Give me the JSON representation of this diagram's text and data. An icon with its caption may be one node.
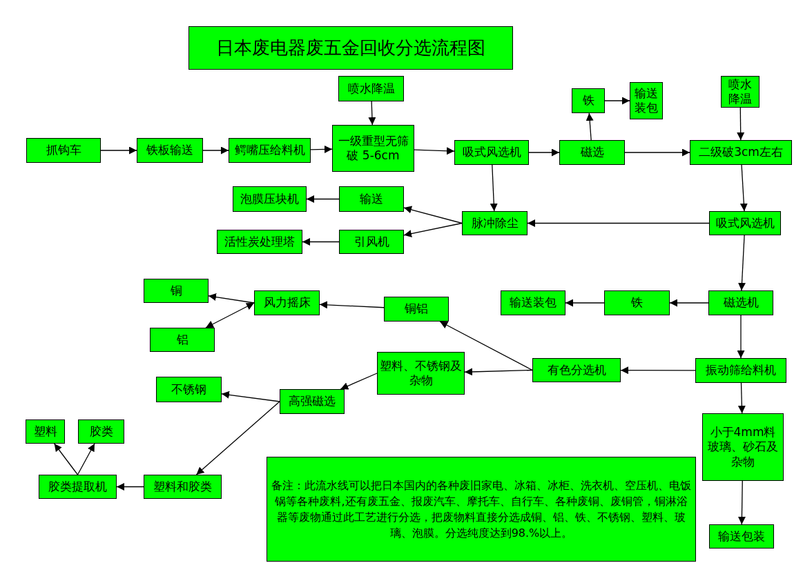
{
  "diagram": {
    "title": "日本废电器废五金回收分选流程图",
    "nodes": [
      {
        "text": [
          "抓钩车"
        ]
      },
      {
        "text": [
          "铁板输送"
        ]
      },
      {
        "text": [
          "鳄嘴压给料机"
        ]
      },
      {
        "text": [
          "喷水降温"
        ]
      },
      {
        "text": [
          "一级重型无筛破 5-6cm"
        ]
      },
      {
        "text": [
          "吸式风选机"
        ]
      },
      {
        "text": [
          "磁选"
        ]
      },
      {
        "text": [
          "铁"
        ]
      },
      {
        "text": [
          "输送装包"
        ]
      },
      {
        "text": [
          "喷水降温"
        ]
      },
      {
        "text": [
          "二级破3cm左右"
        ]
      },
      {
        "text": [
          "泡膜压块机"
        ]
      },
      {
        "text": [
          "输送"
        ]
      },
      {
        "text": [
          "脉冲除尘"
        ]
      },
      {
        "text": [
          "活性炭处理塔"
        ]
      },
      {
        "text": [
          "引风机"
        ]
      },
      {
        "text": [
          "吸式风选机"
        ]
      },
      {
        "text": [
          "铜"
        ]
      },
      {
        "text": [
          "风力摇床"
        ]
      },
      {
        "text": [
          "铜铝"
        ]
      },
      {
        "text": [
          "铝"
        ]
      },
      {
        "text": [
          "输送装包"
        ]
      },
      {
        "text": [
          "铁"
        ]
      },
      {
        "text": [
          "磁选机"
        ]
      },
      {
        "text": [
          "塑料、不锈钢及杂物"
        ]
      },
      {
        "text": [
          "有色分选机"
        ]
      },
      {
        "text": [
          "振动筛给料机"
        ]
      },
      {
        "text": [
          "不锈钢"
        ]
      },
      {
        "text": [
          "高强磁选"
        ]
      },
      {
        "text": [
          "小于4mm料玻璃、砂石及杂物"
        ]
      },
      {
        "text": [
          "塑料"
        ]
      },
      {
        "text": [
          "胶类"
        ]
      },
      {
        "text": [
          "胶类提取机"
        ]
      },
      {
        "text": [
          "塑料和胶类"
        ]
      },
      {
        "text": [
          "备注：此流水线可以把日本国内的各种废旧家电、冰箱、冰柜、洗衣机、空压机、电饭锅等各种废料,还有废五金、报废汽车、摩托车、自行车、各种废铜、废铜管，铜淋浴器等废物通过此工艺进行分选，把废物料直接分选成铜、铝、铁、不锈钢、塑料、玻璃、泡膜。分选纯度达到98.%以上。"
        ]
      },
      {
        "text": [
          "输送包装"
        ]
      }
    ],
    "edges": [
      {
        "from": 0,
        "to": 1,
        "arrow": "to"
      },
      {
        "from": 1,
        "to": 2,
        "arrow": "to"
      },
      {
        "from": 2,
        "to": 4,
        "arrow": "to"
      },
      {
        "from": 3,
        "to": 4,
        "arrow": "to"
      },
      {
        "from": 4,
        "to": 5,
        "arrow": "to"
      },
      {
        "from": 5,
        "to": 6,
        "arrow": "to"
      },
      {
        "from": 6,
        "to": 7,
        "arrow": "to"
      },
      {
        "from": 7,
        "to": 8,
        "arrow": "to"
      },
      {
        "from": 6,
        "to": 10,
        "arrow": "to"
      },
      {
        "from": 9,
        "to": 10,
        "arrow": "to"
      },
      {
        "from": 5,
        "to": 13,
        "arrow": "to"
      },
      {
        "from": 13,
        "to": 12,
        "arrow": "to"
      },
      {
        "from": 13,
        "to": 15,
        "arrow": "to"
      },
      {
        "from": 12,
        "to": 11,
        "arrow": "to"
      },
      {
        "from": 15,
        "to": 14,
        "arrow": "to"
      },
      {
        "from": 10,
        "to": 16,
        "arrow": "to"
      },
      {
        "from": 16,
        "to": 13,
        "arrow": "to"
      },
      {
        "from": 16,
        "to": 23,
        "arrow": "to"
      },
      {
        "from": 23,
        "to": 22,
        "arrow": "to"
      },
      {
        "from": 22,
        "to": 21,
        "arrow": "to"
      },
      {
        "from": 23,
        "to": 26,
        "arrow": "to"
      },
      {
        "from": 26,
        "to": 25,
        "arrow": "to"
      },
      {
        "from": 26,
        "to": 29,
        "arrow": "to"
      },
      {
        "from": 29,
        "to": 35,
        "arrow": "to"
      },
      {
        "from": 25,
        "to": 19,
        "arrow": "to"
      },
      {
        "from": 25,
        "to": 24,
        "arrow": "to"
      },
      {
        "from": 19,
        "to": 18,
        "arrow": "to"
      },
      {
        "from": 18,
        "to": 17,
        "arrow": "to"
      },
      {
        "from": 18,
        "to": 20,
        "arrow": "both"
      },
      {
        "from": 24,
        "to": 28,
        "arrow": "to"
      },
      {
        "from": 28,
        "to": 27,
        "arrow": "to"
      },
      {
        "from": 28,
        "to": 33,
        "arrow": "to"
      },
      {
        "from": 33,
        "to": 32,
        "arrow": "to"
      },
      {
        "from": 32,
        "to": 30,
        "arrow": "to"
      },
      {
        "from": 32,
        "to": 31,
        "arrow": "to"
      }
    ]
  }
}
